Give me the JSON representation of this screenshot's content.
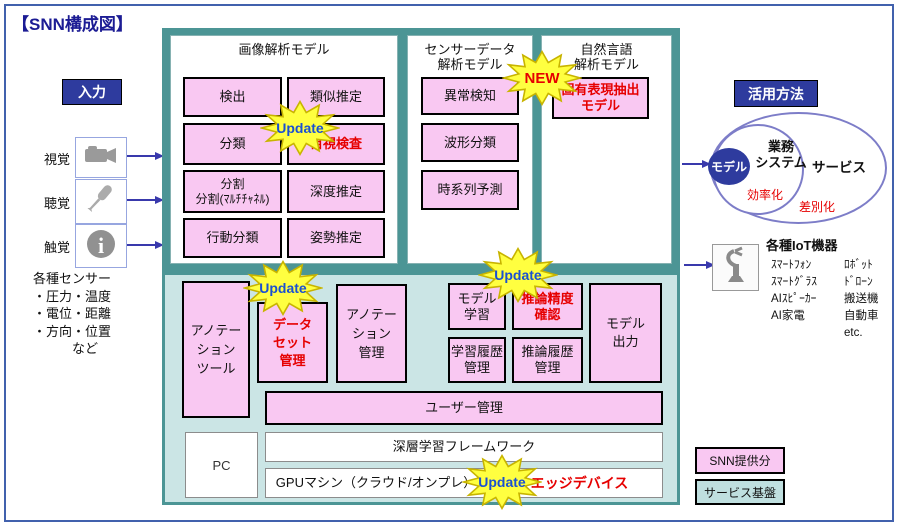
{
  "title": "【SNN構成図】",
  "colors": {
    "accent_navy": "#2e3b9e",
    "teal_dark": "#4c9595",
    "teal_light": "#cbe5e5",
    "pink": "#f9c8f2",
    "alert_red": "#e60000",
    "update_blue": "#1a50d2",
    "frame_blue": "#4161ad"
  },
  "input": {
    "badge": "入力",
    "senses": {
      "sight": "視覚",
      "hearing": "聴覚",
      "touch": "触覚"
    },
    "sensor_note": "各種センサー\n・圧力・温度\n・電位・距離\n・方向・位置\n　　　など"
  },
  "models": {
    "image": {
      "title": "画像解析モデル",
      "detect": "検出",
      "similarity": "類似推定",
      "classify": "分類",
      "visual_inspection": "目視検査",
      "segmentation": "分割\n分割(ﾏﾙﾁﾁｬﾈﾙ)",
      "depth": "深度推定",
      "action": "行動分類",
      "pose": "姿勢推定"
    },
    "sensor": {
      "title": "センサーデータ\n解析モデル",
      "anomaly": "異常検知",
      "waveform": "波形分類",
      "timeseries": "時系列予測"
    },
    "nlp": {
      "title": "自然言語\n解析モデル",
      "ner": "固有表現抽出\nモデル"
    }
  },
  "platform": {
    "annotation_tool": "アノテー\nション\nツール",
    "dataset_mgmt": "データ\nセット\n管理",
    "annotation_mgmt": "アノテー\nション\n管理",
    "model_training": "モデル\n学習",
    "training_history": "学習履歴\n管理",
    "inference_accuracy": "推論精度\n確認",
    "inference_history": "推論履歴\n管理",
    "model_output": "モデル\n出力",
    "user_mgmt": "ユーザー管理",
    "pc": "PC",
    "dl_framework": "深層学習フレームワーク",
    "gpu_machine": "GPUマシン（クラウド/オンプレ）",
    "edge_device": "エッジデバイス"
  },
  "usage": {
    "badge": "活用方法",
    "venn": {
      "model": "モデル",
      "business_system": "業務\nシステム",
      "service": "サービス",
      "efficiency": "効率化",
      "differentiation": "差別化"
    },
    "iot": {
      "header": "各種IoT機器",
      "col1": "ｽﾏｰﾄﾌｫﾝ\nｽﾏｰﾄｸﾞﾗｽ\nAIｽﾋﾟｰｶｰ\nAI家電",
      "col2": "ﾛﾎﾞｯﾄ\nﾄﾞﾛｰﾝ\n搬送機\n自動車\netc."
    }
  },
  "stickers": {
    "update": "Update",
    "new": "NEW"
  },
  "legend": {
    "snn_provided": "SNN提供分",
    "service_platform": "サービス基盤"
  }
}
